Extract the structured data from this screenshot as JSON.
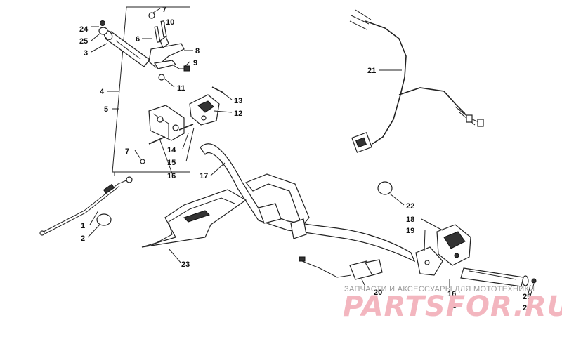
{
  "labels": {
    "l1": "1",
    "l2": "2",
    "l3a": "3",
    "l3b": "3",
    "l4": "4",
    "l5": "5",
    "l6": "6",
    "l7a": "7",
    "l7b": "7",
    "l8": "8",
    "l9": "9",
    "l10": "10",
    "l11": "11",
    "l12": "12",
    "l13": "13",
    "l14": "14",
    "l15": "15",
    "l16a": "16",
    "l16b": "16",
    "l17": "17",
    "l18": "18",
    "l19": "19",
    "l20": "20",
    "l21": "21",
    "l22": "22",
    "l23": "23",
    "l24a": "24",
    "l24b": "24",
    "l25a": "25",
    "l25b": "25"
  },
  "watermark": {
    "top": "ЗАПЧАСТИ И АКСЕССУАРЫ ДЛЯ МОТОТЕХНИКИ",
    "brand": "PARTSFOR.RU"
  },
  "colors": {
    "line": "#222222",
    "watermark_brand": "#f3b6bf",
    "watermark_text": "#9a9a9a"
  }
}
